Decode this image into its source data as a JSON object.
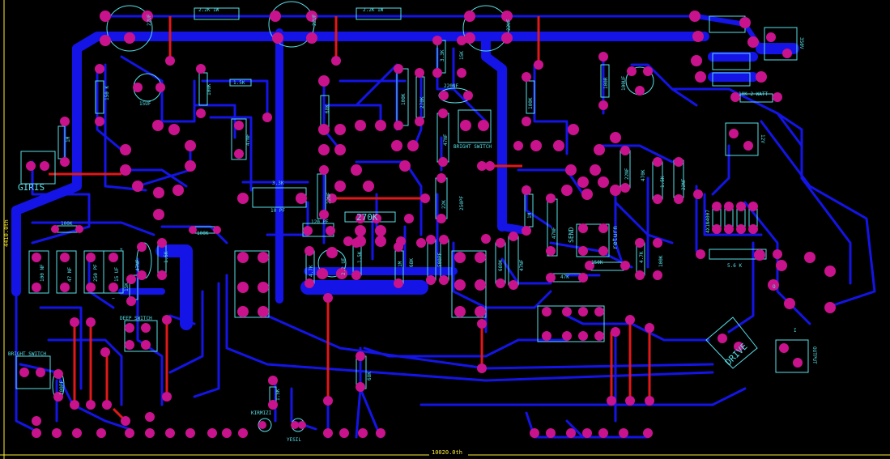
{
  "board": {
    "dimension_bottom": "10020.0th",
    "dimension_left": "4410.0th",
    "labels": {
      "r_2k2_top_left": "2.2K 1W",
      "r_2k2_top_right": "2.2K 1W",
      "c_22uf_1": "22UF",
      "c_22uf_2": "22UF",
      "c_22uf_3": "22UF",
      "c_15uf": "15UF",
      "r_150k": "150 K",
      "r_100k_a": "100K",
      "r_1k5_a": "1.5K",
      "r_1m": "1M",
      "c_47nf_a": "47NF",
      "giris": "GIRIS",
      "r_3k3": "3.3K",
      "c_10pf": "10 PF",
      "c_120pf": "120 PF",
      "r_270k": "270K",
      "r_100k_b": "100K",
      "r_100k_c": "100K",
      "r_68k": "68K",
      "c_22nf": "22NF",
      "r_3k3_b": "3.3K",
      "r_15k_a": "15K",
      "c_220nf": "220NF",
      "r_100k_d": "100K",
      "r_270k_b": "270K",
      "c_47nf_b": "47NF",
      "bright_switch_top": "BRIGHT SWITCH",
      "r_22k": "22K",
      "c_250pf": "250PF",
      "c_500pf": "500PF",
      "r_1m_b": "1M",
      "r_68k_b": "68K",
      "c_100nf": "100 NF",
      "c_47nf_c": "47 NF",
      "c_250pf_b": "250 PF",
      "c_15uf_b": "15 UF",
      "r_15k_b": "15K",
      "c_47nf_d": "47NF",
      "r_1k5_b": "1.5K",
      "deep_switch": "DEEP SWITCH",
      "bright_switch_left": "BRIGHT SWITCH",
      "c_100pf": "100PF",
      "r_1k5_c": "1.5K",
      "kirmizi": "KIRMIZI",
      "yesil": "YESIL",
      "r_68k_c": "68K",
      "r_4k7_a": "4.7K",
      "c_2uf": "2.2 UF",
      "r_1k5_d": "1.5K",
      "r_100k_e": "100K",
      "r_100ohm": "100R",
      "c_100uf": "100UF",
      "r_10k_2w": "10K 2 WATT",
      "volt_350": "350V",
      "volt_12": "12V",
      "r_1m_c": "1M",
      "c_47nf_e": "47NF",
      "send": "SEND",
      "return": "return",
      "r_150k_b": "150K",
      "r_47k": "47K",
      "c_47nf_f": "47NF",
      "r_4k7_b": "4.7K",
      "r_100k_f": "100K",
      "c_22nf_b": "22NF",
      "r_470k": "470K",
      "r_1k5_e": "1.5K",
      "c_22nf_c": "22NF",
      "diodes": "4X1N4007",
      "r_5k6": "5.6 K",
      "drive": "DRIVE",
      "output": "OUTPUT",
      "r_100k_g": "100K",
      "r_680k": "680K",
      "c_47nf_g": "47NF",
      "r_1m_d": "1.5K",
      "r_100k_h": "100K"
    }
  },
  "colors": {
    "background": "#000000",
    "trace": "#1414e6",
    "pad": "#c8138c",
    "silkscreen": "#58e0e8",
    "jumper": "#e01818",
    "dimension": "#ffee33"
  }
}
